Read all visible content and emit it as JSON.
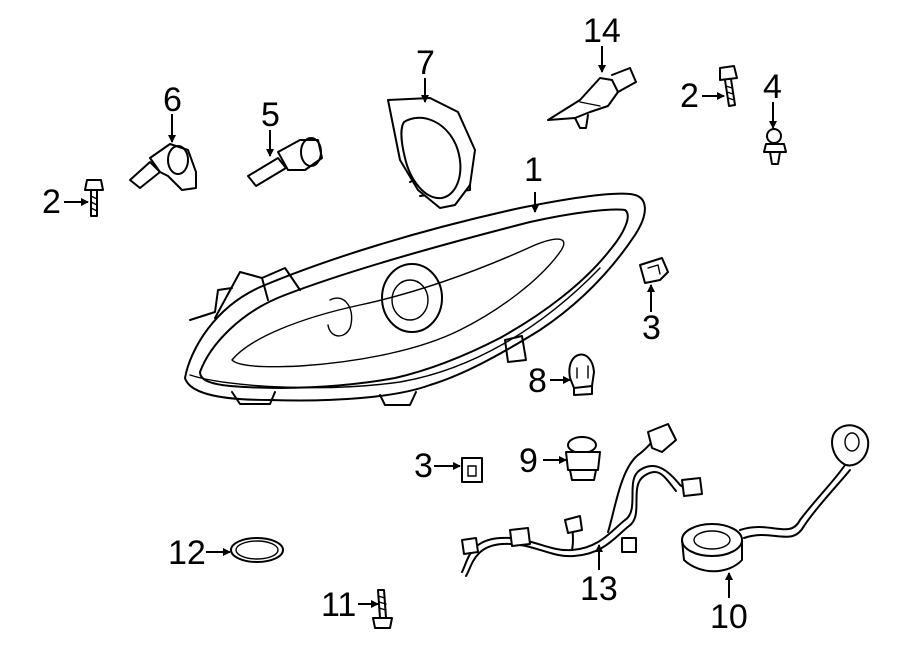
{
  "callouts": [
    {
      "id": "1",
      "label": "1"
    },
    {
      "id": "2a",
      "label": "2"
    },
    {
      "id": "2b",
      "label": "2"
    },
    {
      "id": "3a",
      "label": "3"
    },
    {
      "id": "3b",
      "label": "3"
    },
    {
      "id": "4",
      "label": "4"
    },
    {
      "id": "5",
      "label": "5"
    },
    {
      "id": "6",
      "label": "6"
    },
    {
      "id": "7",
      "label": "7"
    },
    {
      "id": "8",
      "label": "8"
    },
    {
      "id": "9",
      "label": "9"
    },
    {
      "id": "10",
      "label": "10"
    },
    {
      "id": "11",
      "label": "11"
    },
    {
      "id": "12",
      "label": "12"
    },
    {
      "id": "13",
      "label": "13"
    },
    {
      "id": "14",
      "label": "14"
    }
  ],
  "colors": {
    "line": "#000000",
    "background": "#ffffff"
  }
}
